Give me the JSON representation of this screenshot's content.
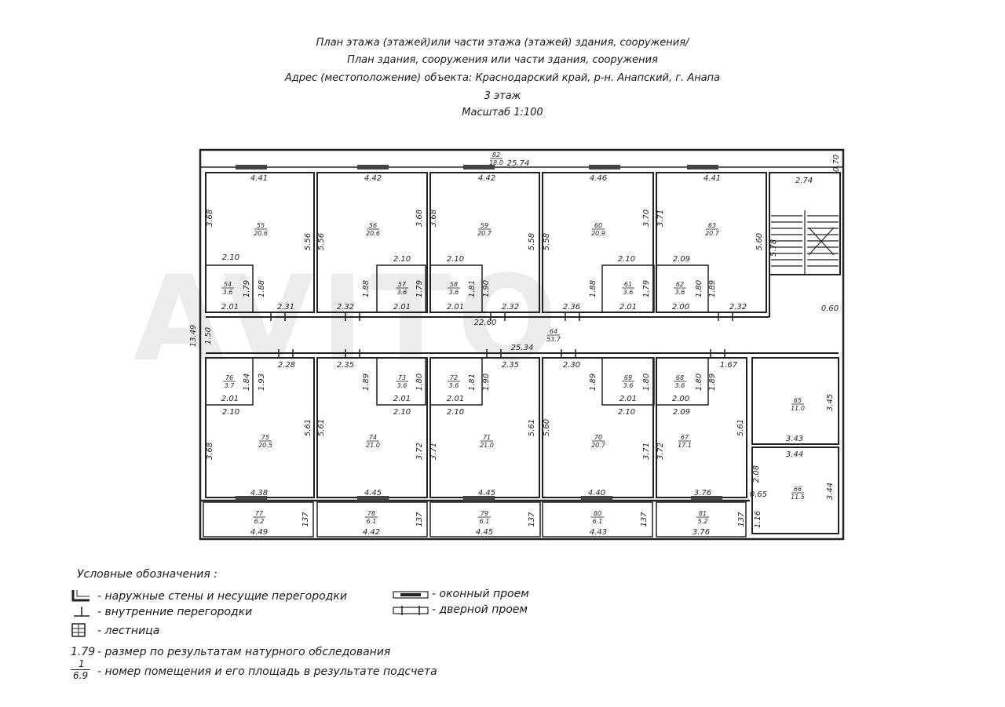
{
  "header": {
    "line1": "План этажа (этажей)или части этажа (этажей) здания, сооружения/",
    "line2": "План здания, сооружения или части здания, сооружения",
    "line3": "Адрес (местоположение) объекта: Краснодарский край, р-н. Анапский, г. Анапа",
    "floor": "3 этаж",
    "scale": "Масштаб 1:100"
  },
  "watermark": "AVITO",
  "rooms": [
    {
      "num": "55",
      "area": "20.6"
    },
    {
      "num": "56",
      "area": "20.6"
    },
    {
      "num": "59",
      "area": "20.7"
    },
    {
      "num": "60",
      "area": "20.9"
    },
    {
      "num": "63",
      "area": "20.7"
    },
    {
      "num": "54",
      "area": "3.6"
    },
    {
      "num": "57",
      "area": "3.6"
    },
    {
      "num": "58",
      "area": "3.6"
    },
    {
      "num": "61",
      "area": "3.6"
    },
    {
      "num": "62",
      "area": "3.6"
    },
    {
      "num": "64",
      "area": "53.7"
    },
    {
      "num": "76",
      "area": "3.7"
    },
    {
      "num": "73",
      "area": "3.6"
    },
    {
      "num": "72",
      "area": "3.6"
    },
    {
      "num": "69",
      "area": "3.6"
    },
    {
      "num": "68",
      "area": "3.6"
    },
    {
      "num": "65",
      "area": "11.0"
    },
    {
      "num": "75",
      "area": "20.5"
    },
    {
      "num": "74",
      "area": "21.0"
    },
    {
      "num": "71",
      "area": "21.0"
    },
    {
      "num": "70",
      "area": "20.7"
    },
    {
      "num": "67",
      "area": "17.1"
    },
    {
      "num": "66",
      "area": "11.5"
    },
    {
      "num": "77",
      "area": "6.2"
    },
    {
      "num": "78",
      "area": "6.1"
    },
    {
      "num": "79",
      "area": "6.1"
    },
    {
      "num": "80",
      "area": "6.1"
    },
    {
      "num": "81",
      "area": "5.2"
    },
    {
      "num": "82",
      "area": "18.0"
    }
  ],
  "dimensions": [
    "25.74",
    "0.70",
    "4.41",
    "4.42",
    "4.42",
    "4.46",
    "4.41",
    "2.74",
    "3.68",
    "5.56",
    "5.56",
    "3.68",
    "3.68",
    "5.58",
    "5.58",
    "3.70",
    "3.71",
    "5.60",
    "5.78",
    "2.10",
    "2.10",
    "2.10",
    "2.10",
    "2.09",
    "1.79",
    "1.88",
    "1.88",
    "1.79",
    "1.81",
    "1.90",
    "1.88",
    "1.79",
    "1.80",
    "1.89",
    "2.01",
    "2.01",
    "2.01",
    "2.01",
    "2.00",
    "2.31",
    "2.32",
    "2.32",
    "2.36",
    "2.32",
    "0.60",
    "22.60",
    "13.49",
    "1.50",
    "25.34",
    "2.28",
    "2.35",
    "2.35",
    "2.30",
    "1.67",
    "1.84",
    "1.93",
    "1.89",
    "1.80",
    "1.81",
    "1.90",
    "1.89",
    "1.80",
    "1.80",
    "1.89",
    "2.01",
    "2.01",
    "2.01",
    "2.01",
    "2.00",
    "2.10",
    "2.10",
    "2.10",
    "2.10",
    "2.09",
    "3.45",
    "5.61",
    "5.61",
    "5.61",
    "5.60",
    "5.61",
    "3.43",
    "3.68",
    "3.72",
    "3.71",
    "3.71",
    "3.72",
    "3.44",
    "2.08",
    "3.44",
    "4.38",
    "4.45",
    "4.45",
    "4.40",
    "3.76",
    "0.65",
    "137",
    "137",
    "137",
    "137",
    "137",
    "1.16",
    "4.49",
    "4.42",
    "4.45",
    "4.43",
    "3.76"
  ],
  "legend": {
    "title": "Условные обозначения  :",
    "items": [
      {
        "label": "- наружные стены и несущие перегородки"
      },
      {
        "label": "- внутренние перегородки"
      },
      {
        "label": "- лестница"
      },
      {
        "symbol": "1.79",
        "label": "- размер по результатам натурного обследования"
      },
      {
        "symbol_top": "1",
        "symbol_bottom": "6.9",
        "label": "- номер помещения и его площадь в результате подсчета"
      },
      {
        "label": "- оконный проем"
      },
      {
        "label": "- дверной проем"
      }
    ]
  }
}
